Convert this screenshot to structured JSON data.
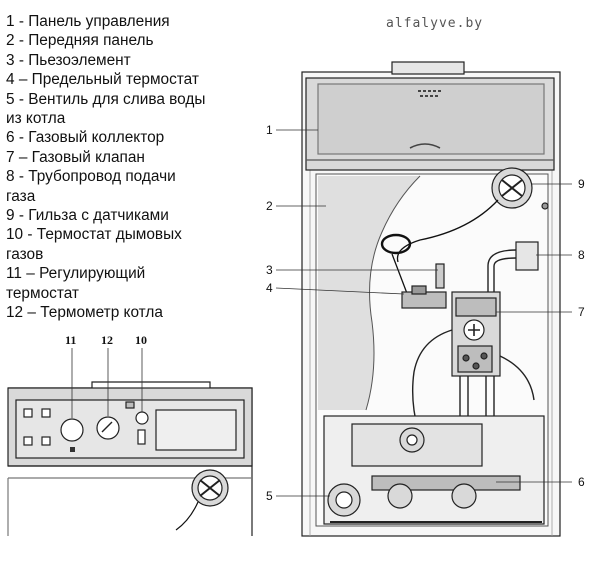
{
  "legend": {
    "items": [
      "1 - Панель управления",
      "2 - Передняя панель",
      "3 - Пьезоэлемент",
      "4 – Предельный термостат",
      "5 - Вентиль для слива воды",
      "из котла",
      "6 - Газовый коллектор",
      "7 – Газовый клапан",
      "8 - Трубопровод подачи",
      "газа",
      "9 - Гильза с датчиками",
      "10 - Термостат дымовых",
      "газов",
      "11 – Регулирующий",
      "термостат",
      "12 – Термометр котла"
    ]
  },
  "watermark": "alfalyve.by",
  "callouts": {
    "main": {
      "c1": "1",
      "c2": "2",
      "c3": "3",
      "c4": "4",
      "c5": "5",
      "c6": "6",
      "c7": "7",
      "c8": "8",
      "c9": "9"
    },
    "detail": {
      "c11": "11",
      "c12": "12",
      "c10": "10"
    }
  },
  "colors": {
    "line": "#222222",
    "panel": "#d9d9d9",
    "body": "#f7f7f7",
    "shade": "#bdbdbd"
  }
}
